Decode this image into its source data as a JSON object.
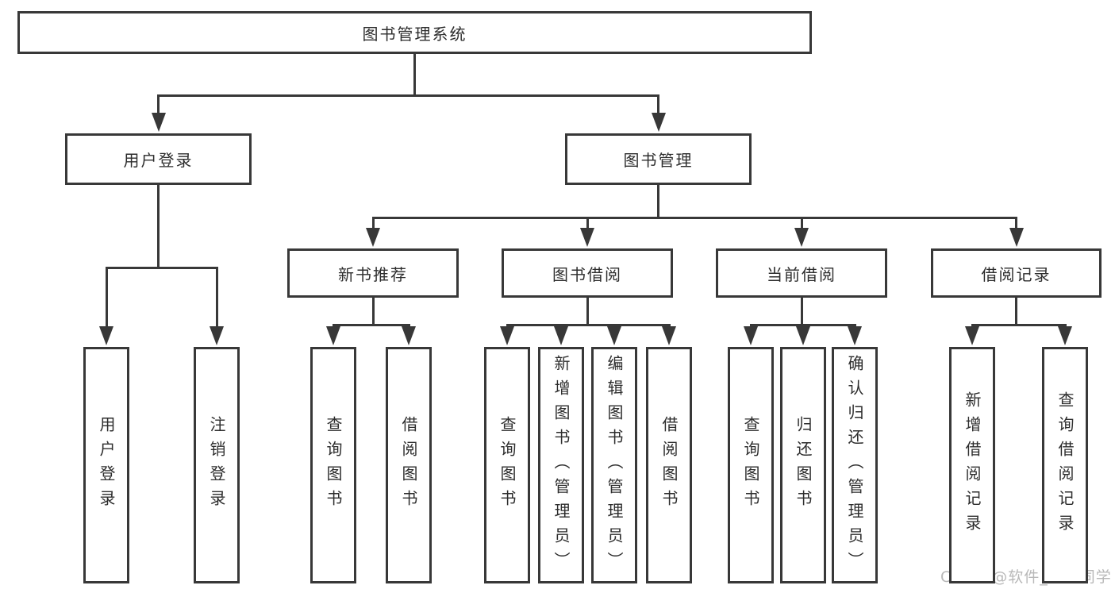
{
  "diagram": {
    "title": "图书管理系统",
    "type": "tree",
    "nodes": [
      {
        "id": "root",
        "label": "图书管理系统",
        "parent": null,
        "vertical": false
      },
      {
        "id": "login",
        "label": "用户登录",
        "parent": "root",
        "vertical": false
      },
      {
        "id": "bookmgmt",
        "label": "图书管理",
        "parent": "root",
        "vertical": false
      },
      {
        "id": "newbook",
        "label": "新书推荐",
        "parent": "bookmgmt",
        "vertical": false
      },
      {
        "id": "borrow",
        "label": "图书借阅",
        "parent": "bookmgmt",
        "vertical": false
      },
      {
        "id": "current",
        "label": "当前借阅",
        "parent": "bookmgmt",
        "vertical": false
      },
      {
        "id": "records",
        "label": "借阅记录",
        "parent": "bookmgmt",
        "vertical": false
      },
      {
        "id": "user-login",
        "label": "用户登录",
        "parent": "login",
        "vertical": true
      },
      {
        "id": "logout",
        "label": "注销登录",
        "parent": "login",
        "vertical": true
      },
      {
        "id": "nb-query",
        "label": "查询图书",
        "parent": "newbook",
        "vertical": true
      },
      {
        "id": "nb-borrow",
        "label": "借阅图书",
        "parent": "newbook",
        "vertical": true
      },
      {
        "id": "bw-query",
        "label": "查询图书",
        "parent": "borrow",
        "vertical": true
      },
      {
        "id": "bw-add",
        "label": "新增图书（管理员）",
        "parent": "borrow",
        "vertical": true
      },
      {
        "id": "bw-edit",
        "label": "编辑图书（管理员）",
        "parent": "borrow",
        "vertical": true
      },
      {
        "id": "bw-borrow",
        "label": "借阅图书",
        "parent": "borrow",
        "vertical": true
      },
      {
        "id": "cu-query",
        "label": "查询图书",
        "parent": "current",
        "vertical": true
      },
      {
        "id": "cu-return",
        "label": "归还图书",
        "parent": "current",
        "vertical": true
      },
      {
        "id": "cu-confirm",
        "label": "确认归还（管理员）",
        "parent": "current",
        "vertical": true
      },
      {
        "id": "rc-add",
        "label": "新增借阅记录",
        "parent": "records",
        "vertical": true
      },
      {
        "id": "rc-query",
        "label": "查询借阅记录",
        "parent": "records",
        "vertical": true
      }
    ]
  },
  "watermark": {
    "text": "CSDN @软件_小贺同学"
  },
  "colors": {
    "line": "#383838",
    "box_border": "#383838",
    "text": "#2d2d2d",
    "watermark": "#b8b8b8",
    "background": "#ffffff"
  }
}
